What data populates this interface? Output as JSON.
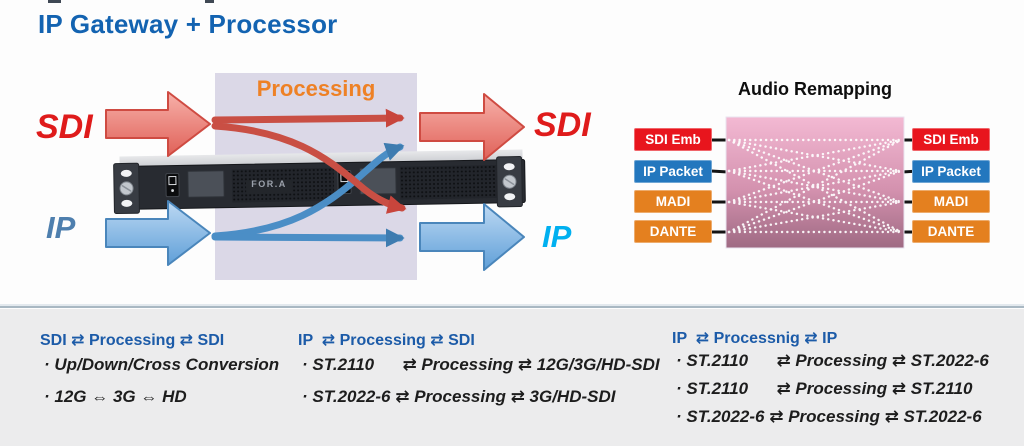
{
  "page": {
    "title": "IP Gateway + Processor"
  },
  "flow": {
    "processing_label": "Processing",
    "input_sdi": "SDI",
    "input_ip": "IP",
    "output_sdi": "SDI",
    "output_ip": "IP",
    "device_logo": "FOR.A"
  },
  "audio": {
    "title": "Audio Remapping",
    "left_ports": [
      {
        "label": "SDI Emb"
      },
      {
        "label": "IP Packet"
      },
      {
        "label": "MADI"
      },
      {
        "label": "DANTE"
      }
    ],
    "right_ports": [
      {
        "label": "SDI Emb"
      },
      {
        "label": "IP Packet"
      },
      {
        "label": "MADI"
      },
      {
        "label": "DANTE"
      }
    ]
  },
  "notes": {
    "columns": [
      {
        "header": "SDI ⇄ Processing ⇄ SDI",
        "items": [
          "· Up/Down/Cross Conversion",
          "· 12G ⇔ 3G ⇔ HD"
        ]
      },
      {
        "header": "IP  ⇄ Processing ⇄ SDI",
        "items": [
          "· ST.2110      ⇄ Processing ⇄ 12G/3G/HD-SDI",
          "· ST.2022-6 ⇄ Processing ⇄ 3G/HD-SDI"
        ]
      },
      {
        "header": "IP  ⇄ Processnig ⇄ IP",
        "items": [
          "· ST.2110      ⇄ Processing ⇄ ST.2022-6",
          "· ST.2110      ⇄ Processing ⇄ ST.2110",
          "· ST.2022-6 ⇄ Processing ⇄ ST.2022-6"
        ]
      }
    ]
  },
  "colors": {
    "title_blue": "#1363b1",
    "processing_orange": "#ee8125",
    "processing_box_lavender": "#dbd8e7",
    "sdi_red": "#df1b1b",
    "ip_steel_blue": "#4e7fae",
    "ip_cyan": "#00b0f0",
    "arrow_red": "#e06158",
    "arrow_blue": "#5f9fd8",
    "port_red": "#e8151d",
    "port_blue": "#2377be",
    "port_orange": "#e4801f",
    "mesh_pink_top": "#f3b9d3",
    "mesh_pink_bottom": "#9f6a83",
    "note_header_blue": "#1c5ba8"
  }
}
